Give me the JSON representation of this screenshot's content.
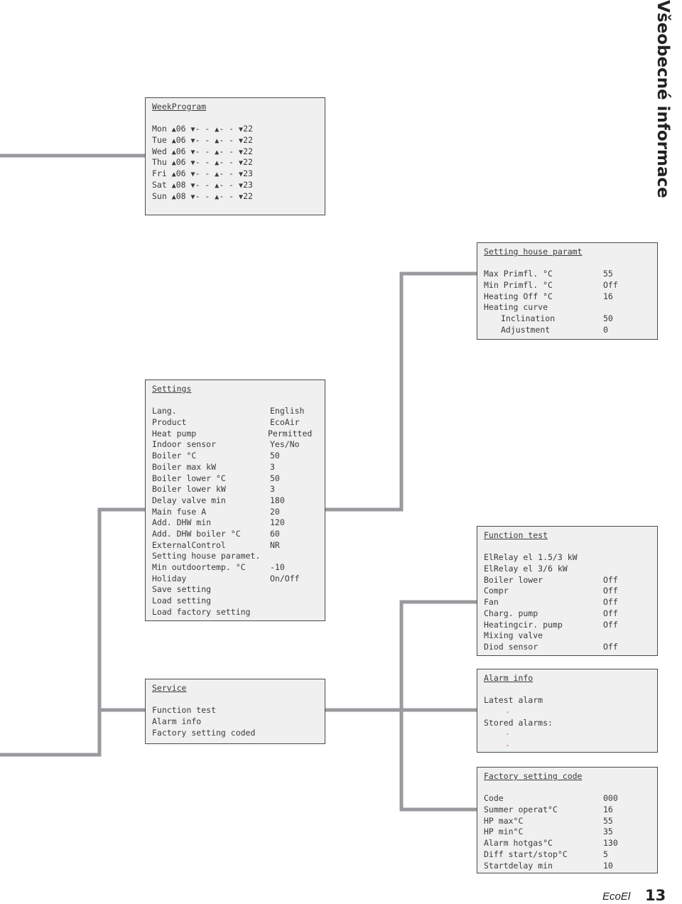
{
  "header": {
    "section_title": "Všeobecné informace"
  },
  "footer": {
    "brand": "EcoEl",
    "page_number": "13"
  },
  "week_program": {
    "title": "WeekProgram",
    "rows": [
      {
        "day": "Mon",
        "start": "06",
        "mid1": "- -",
        "mid2": "- -",
        "end": "22"
      },
      {
        "day": "Tue",
        "start": "06",
        "mid1": "- -",
        "mid2": "- -",
        "end": "22"
      },
      {
        "day": "Wed",
        "start": "06",
        "mid1": "- -",
        "mid2": "- -",
        "end": "22"
      },
      {
        "day": "Thu",
        "start": "06",
        "mid1": "- -",
        "mid2": "- -",
        "end": "22"
      },
      {
        "day": "Fri",
        "start": "06",
        "mid1": "- -",
        "mid2": "- -",
        "end": "23"
      },
      {
        "day": "Sat",
        "start": "08",
        "mid1": "- -",
        "mid2": "- -",
        "end": "23"
      },
      {
        "day": "Sun",
        "start": "08",
        "mid1": "- -",
        "mid2": "- -",
        "end": "22"
      }
    ]
  },
  "setting_house": {
    "title": "Setting house paramt",
    "rows": [
      {
        "label": "Max Primfl. °C",
        "value": "55"
      },
      {
        "label": "Min Primfl. °C",
        "value": "Off"
      },
      {
        "label": "Heating Off °C",
        "value": "16"
      },
      {
        "label": "Heating curve",
        "value": ""
      },
      {
        "label": "Inclination",
        "value": "50"
      },
      {
        "label": "Adjustment",
        "value": "0"
      }
    ]
  },
  "settings": {
    "title": "Settings",
    "rows": [
      {
        "label": "Lang.",
        "value": "English"
      },
      {
        "label": "Product",
        "value": "EcoAir"
      },
      {
        "label": "Heat pump",
        "value": "Permitted"
      },
      {
        "label": "Indoor sensor",
        "value": "Yes/No"
      },
      {
        "label": "Boiler °C",
        "value": "50"
      },
      {
        "label": "Boiler max kW",
        "value": "3"
      },
      {
        "label": "Boiler lower °C",
        "value": "50"
      },
      {
        "label": "Boiler lower kW",
        "value": "3"
      },
      {
        "label": "Delay valve min",
        "value": "180"
      },
      {
        "label": "Main fuse A",
        "value": "20"
      },
      {
        "label": "Add. DHW min",
        "value": "120"
      },
      {
        "label": "Add. DHW boiler °C",
        "value": "60"
      },
      {
        "label": "ExternalControl",
        "value": "NR"
      },
      {
        "label": "Setting house paramet.",
        "value": ""
      },
      {
        "label": "Min outdoortemp. °C",
        "value": "-10"
      },
      {
        "label": "Holiday",
        "value": "On/Off"
      },
      {
        "label": "Save setting",
        "value": ""
      },
      {
        "label": "Load setting",
        "value": ""
      },
      {
        "label": "Load factory setting",
        "value": ""
      }
    ]
  },
  "function_test": {
    "title": "Function test",
    "rows": [
      {
        "label": "ElRelay el 1.5/3 kW",
        "value": ""
      },
      {
        "label": "ElRelay el 3/6 kW",
        "value": ""
      },
      {
        "label": "Boiler lower",
        "value": "Off"
      },
      {
        "label": "Compr",
        "value": "Off"
      },
      {
        "label": "Fan",
        "value": "Off"
      },
      {
        "label": "Charg. pump",
        "value": "Off"
      },
      {
        "label": "Heatingcir. pump",
        "value": "Off"
      },
      {
        "label": "Mixing valve",
        "value": ""
      },
      {
        "label": "Diod sensor",
        "value": "Off"
      }
    ]
  },
  "service": {
    "title": "Service",
    "items": [
      "Function test",
      "Alarm info",
      "Factory setting coded"
    ]
  },
  "alarm_info": {
    "title": "Alarm info",
    "latest_label": "Latest alarm",
    "latest_value": "-",
    "stored_label": "Stored alarms:",
    "stored_values": [
      "-",
      "-"
    ]
  },
  "factory_code": {
    "title": "Factory setting code",
    "rows": [
      {
        "label": "Code",
        "value": "000"
      },
      {
        "label": "Summer operat°C",
        "value": "16"
      },
      {
        "label": "HP max°C",
        "value": "55"
      },
      {
        "label": "HP min°C",
        "value": "35"
      },
      {
        "label": "Alarm hotgas°C",
        "value": "130"
      },
      {
        "label": "Diff start/stop°C",
        "value": "5"
      },
      {
        "label": "Startdelay min",
        "value": "10"
      }
    ]
  }
}
